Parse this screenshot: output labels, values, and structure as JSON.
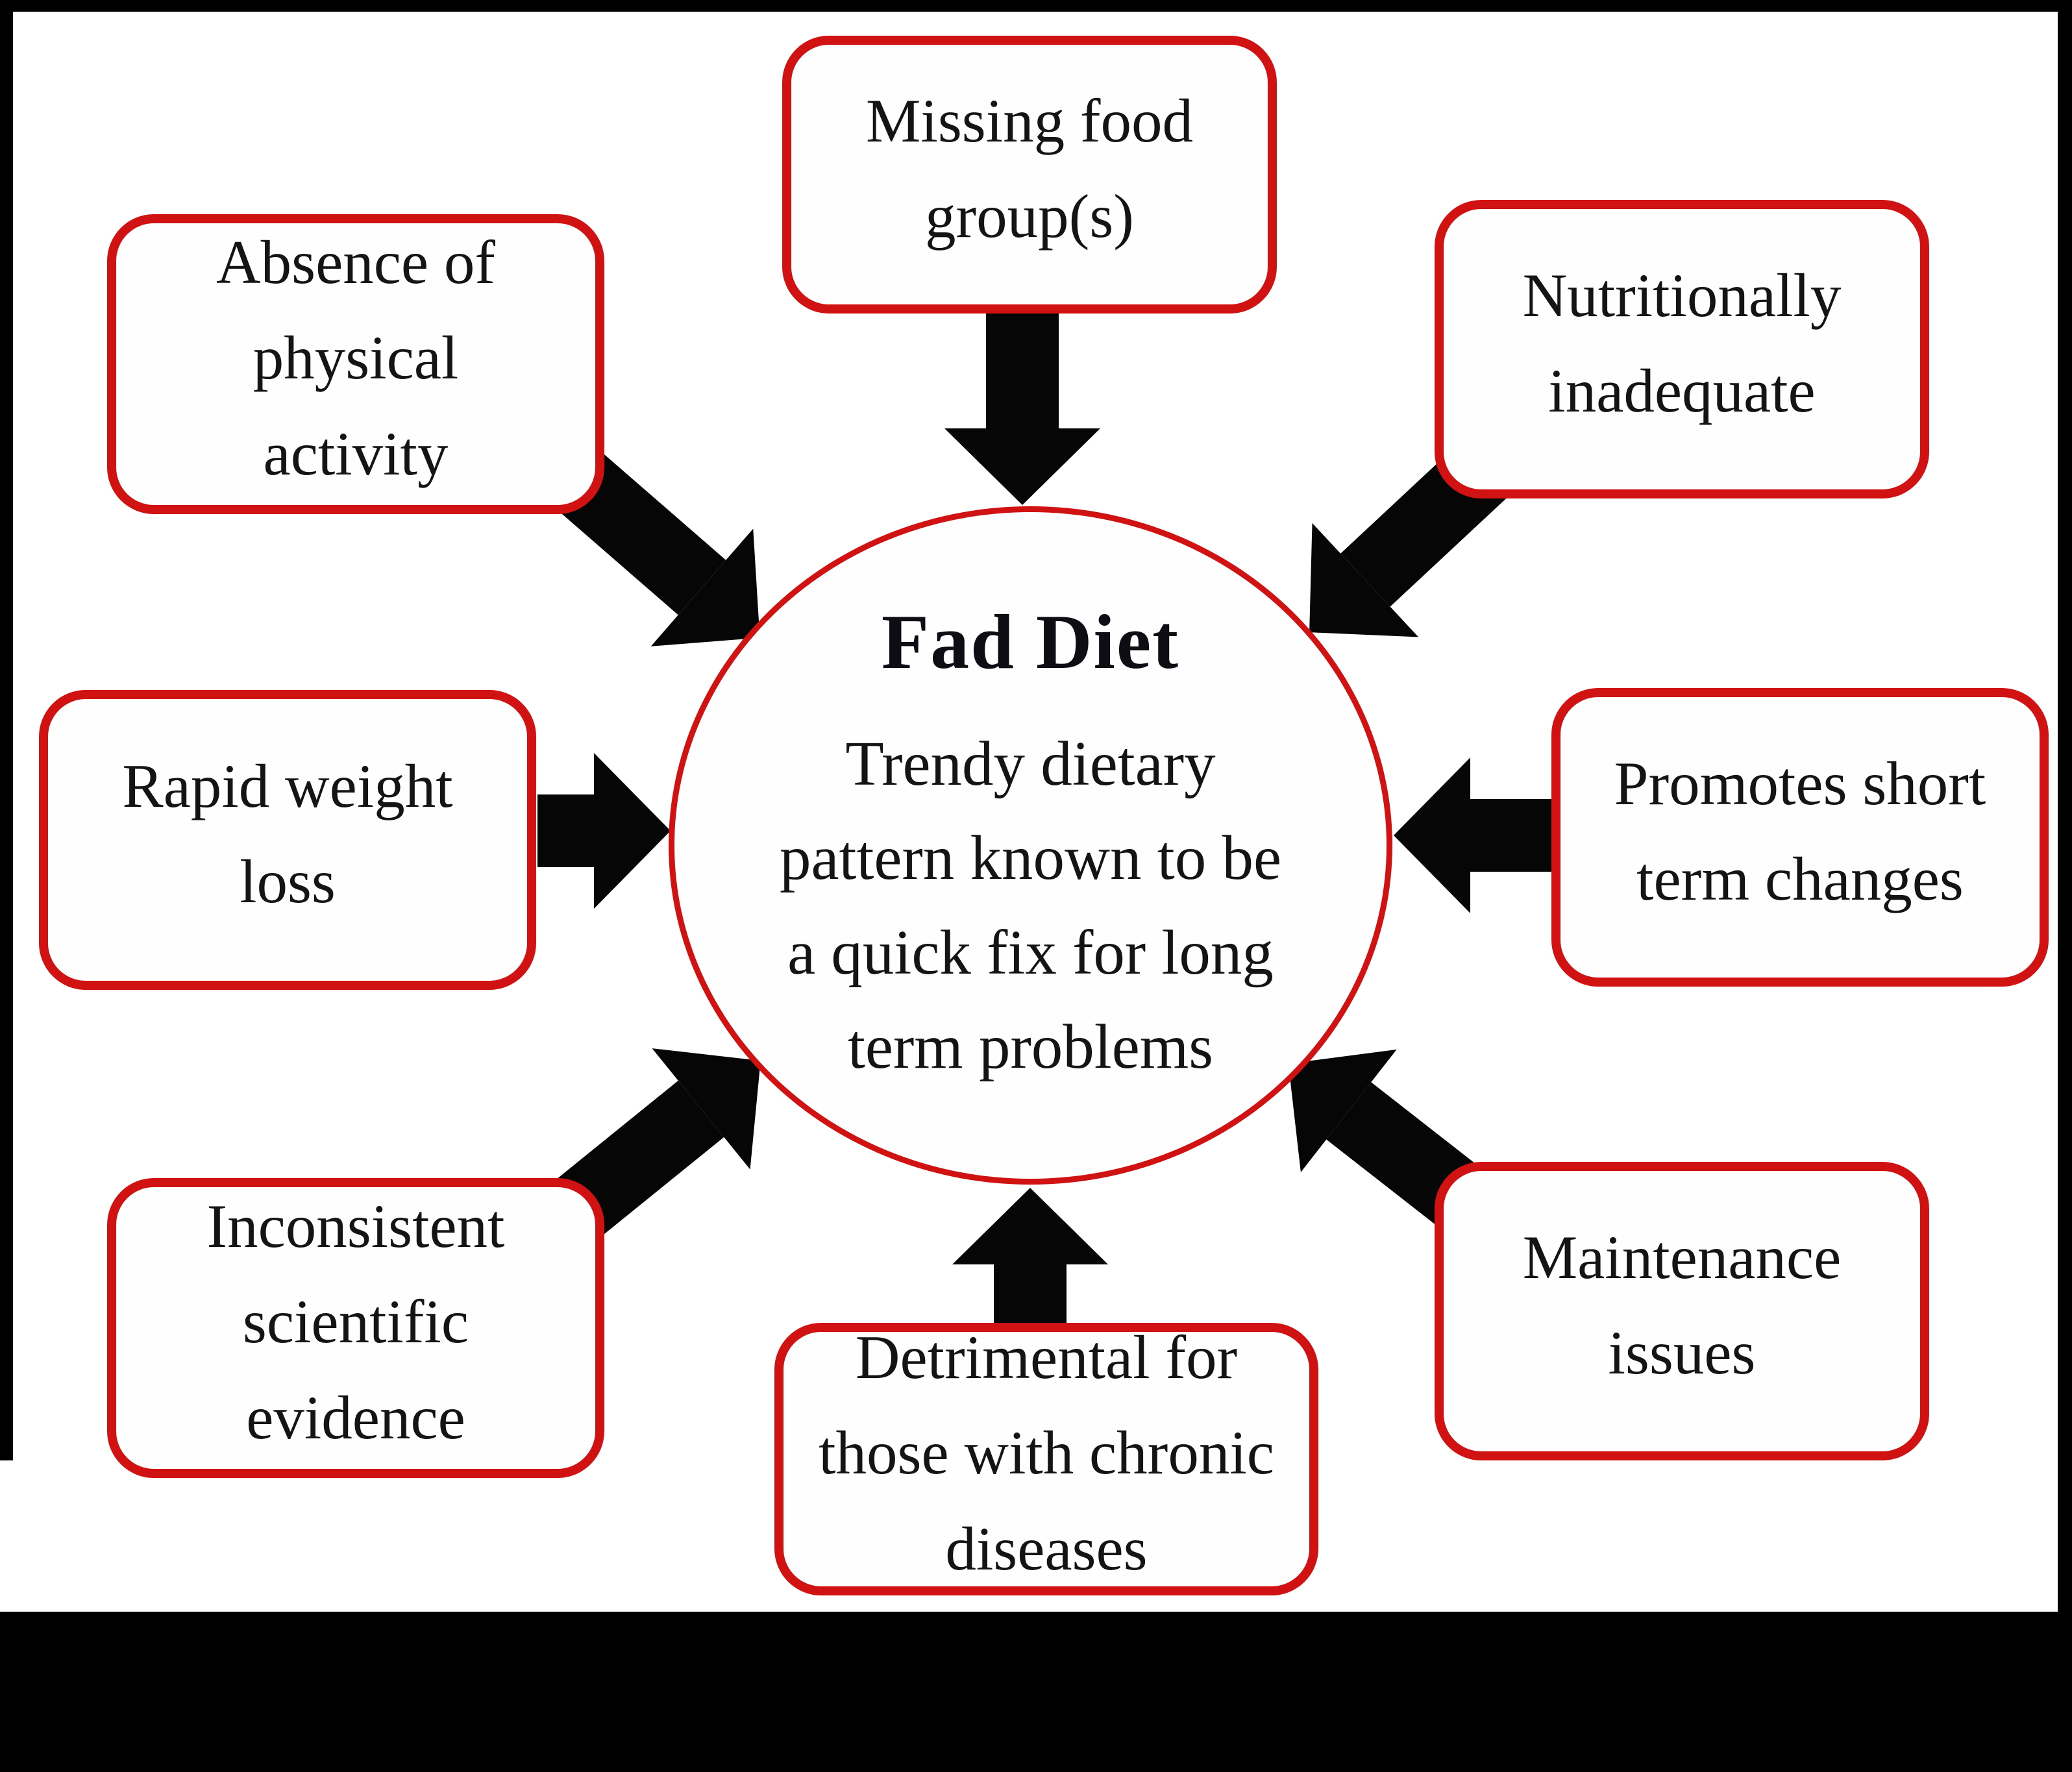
{
  "diagram": {
    "center": {
      "title": "Fad Diet",
      "description": "Trendy dietary\npattern known to be\na quick fix for long\nterm problems"
    },
    "nodes": [
      {
        "id": "missing-food",
        "label": "Missing food\ngroup(s)"
      },
      {
        "id": "absence",
        "label": "Absence of\nphysical\nactivity"
      },
      {
        "id": "nutritionally",
        "label": "Nutritionally\ninadequate"
      },
      {
        "id": "rapid-weight",
        "label": "Rapid weight\nloss"
      },
      {
        "id": "promotes",
        "label": "Promotes short\nterm changes"
      },
      {
        "id": "inconsistent",
        "label": "Inconsistent\nscientific\nevidence"
      },
      {
        "id": "maintenance",
        "label": "Maintenance\nissues"
      },
      {
        "id": "detrimental",
        "label": "Detrimental for\nthose with chronic\ndiseases"
      }
    ],
    "colors": {
      "box_border": "#d01212",
      "arrow": "#060606",
      "background": "#ffffff",
      "frame": "#000000",
      "text": "#141414"
    }
  }
}
